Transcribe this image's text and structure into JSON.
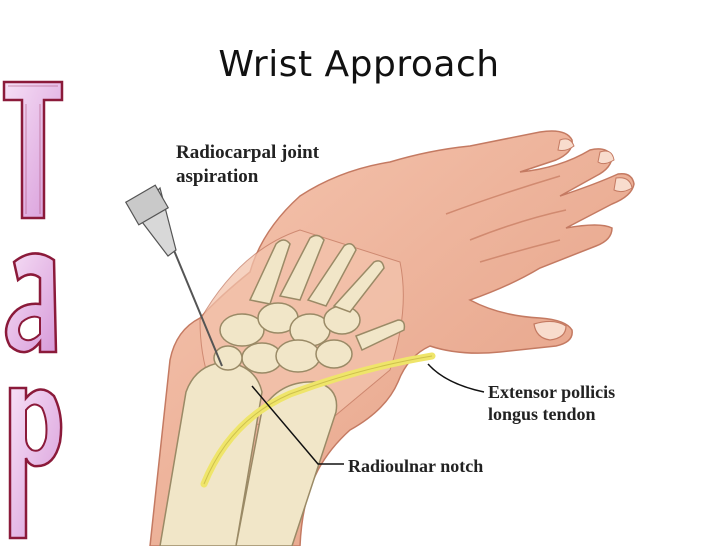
{
  "slide": {
    "title": "Wrist Approach",
    "wordart": "Tap"
  },
  "illustration": {
    "labels": {
      "radiocarpal": [
        "Radiocarpal joint",
        "aspiration"
      ],
      "extensor": [
        "Extensor pollicis",
        "longus tendon"
      ],
      "radioulnar": "Radioulnar notch"
    }
  },
  "colors": {
    "skin": "#efb39b",
    "skin_dark": "#d98a6f",
    "bone": "#f1e6c8",
    "bone_edge": "#9a8a66",
    "tendon": "#efe56a",
    "wordart_fill": "#e9c0ea",
    "wordart_stroke": "#8b1a3a"
  }
}
